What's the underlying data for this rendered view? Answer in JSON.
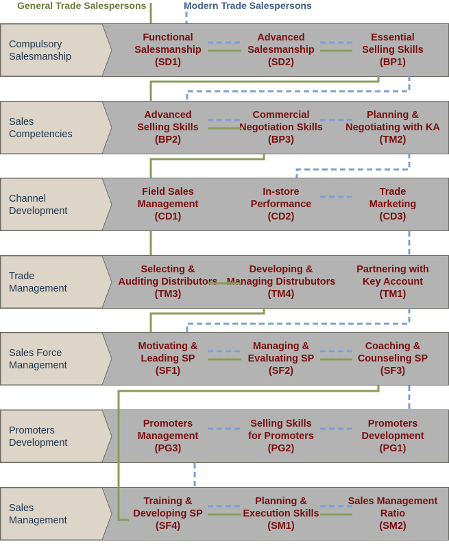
{
  "legend": {
    "general_trade": "General Trade Salespersons",
    "modern_trade": "Modern Trade Salespersons"
  },
  "colors": {
    "general_trade_line": "#8a9c5a",
    "modern_trade_line": "#7d9fd6",
    "node_text": "#7a0f0f",
    "category_text": "#1e3550",
    "category_bg": "#ddd5c8",
    "row_bg": "#b3b3b3"
  },
  "rows": [
    {
      "category": [
        "Compulsory",
        "Salesmanship"
      ],
      "nodes": [
        {
          "lines": [
            "Functional",
            "Salesmanship",
            "(SD1)"
          ]
        },
        {
          "lines": [
            "Advanced",
            "Salesmanship",
            "(SD2)"
          ]
        },
        {
          "lines": [
            "Essential",
            "Selling Skills",
            "(BP1)"
          ]
        }
      ]
    },
    {
      "category": [
        "Sales",
        "Competencies"
      ],
      "nodes": [
        {
          "lines": [
            "Advanced",
            "Selling Skills",
            "(BP2)"
          ]
        },
        {
          "lines": [
            "Commercial",
            "Negotiation Skills",
            "(BP3)"
          ]
        },
        {
          "lines": [
            "Planning &",
            "Negotiating with KA",
            "(TM2)"
          ]
        }
      ]
    },
    {
      "category": [
        "Channel",
        "Development"
      ],
      "nodes": [
        {
          "lines": [
            "Field Sales",
            "Management",
            "(CD1)"
          ]
        },
        {
          "lines": [
            "In-store",
            "Performance",
            "(CD2)"
          ]
        },
        {
          "lines": [
            "Trade",
            "Marketing",
            "(CD3)"
          ]
        }
      ]
    },
    {
      "category": [
        "Trade",
        "Management"
      ],
      "nodes": [
        {
          "lines": [
            "Selecting &",
            "Auditing Distributors",
            "(TM3)"
          ]
        },
        {
          "lines": [
            "Developing &",
            "Managing Distrubutors",
            "(TM4)"
          ]
        },
        {
          "lines": [
            "Partnering with",
            "Key Account",
            "(TM1)"
          ]
        }
      ]
    },
    {
      "category": [
        "Sales Force",
        "Management"
      ],
      "nodes": [
        {
          "lines": [
            "Motivating &",
            "Leading SP",
            "(SF1)"
          ]
        },
        {
          "lines": [
            "Managing &",
            "Evaluating SP",
            "(SF2)"
          ]
        },
        {
          "lines": [
            "Coaching &",
            "Counseling SP",
            "(SF3)"
          ]
        }
      ]
    },
    {
      "category": [
        "Promoters",
        "Development"
      ],
      "nodes": [
        {
          "lines": [
            "Promoters",
            "Management",
            "(PG3)"
          ]
        },
        {
          "lines": [
            "Selling Skills",
            "for Promoters",
            "(PG2)"
          ]
        },
        {
          "lines": [
            "Promoters",
            "Development",
            "(PG1)"
          ]
        }
      ]
    },
    {
      "category": [
        "Sales",
        "Management"
      ],
      "nodes": [
        {
          "lines": [
            "Training &",
            "Developing SP",
            "(SF4)"
          ]
        },
        {
          "lines": [
            "Planning &",
            "Execution Skills",
            "(SM1)"
          ]
        },
        {
          "lines": [
            "Sales Management",
            "Ratio",
            "(SM2)"
          ]
        }
      ]
    }
  ]
}
